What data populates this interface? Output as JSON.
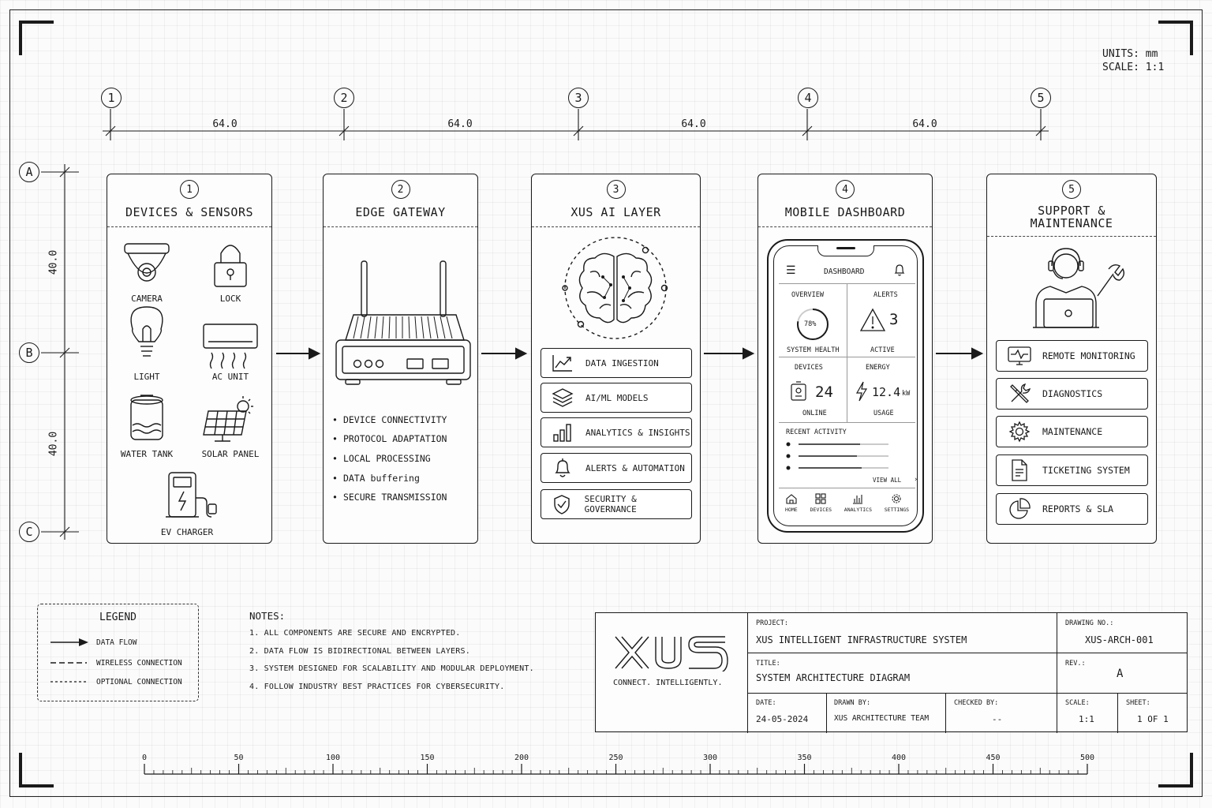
{
  "units": {
    "text": "UNITS: mm\nSCALE: 1:1"
  },
  "columns": [
    "1",
    "2",
    "3",
    "4",
    "5"
  ],
  "rows": [
    "A",
    "B",
    "C"
  ],
  "dims_h": [
    "64.0",
    "64.0",
    "64.0",
    "64.0"
  ],
  "dims_v": [
    "40.0",
    "40.0"
  ],
  "devices": {
    "num": "1",
    "title": "DEVICES & SENSORS",
    "items": [
      "CAMERA",
      "LOCK",
      "LIGHT",
      "AC UNIT",
      "WATER TANK",
      "SOLAR PANEL",
      "EV CHARGER"
    ]
  },
  "gateway": {
    "num": "2",
    "title": "EDGE GATEWAY",
    "bullets": [
      "DEVICE CONNECTIVITY",
      "PROTOCOL ADAPTATION",
      "LOCAL PROCESSING",
      "DATA buffering",
      "SECURE TRANSMISSION"
    ]
  },
  "ai": {
    "num": "3",
    "title": "XUS AI LAYER",
    "features": [
      "DATA INGESTION",
      "AI/ML MODELS",
      "ANALYTICS & INSIGHTS",
      "ALERTS & AUTOMATION",
      "SECURITY & GOVERNANCE"
    ]
  },
  "mobile": {
    "num": "4",
    "title": "MOBILE DASHBOARD",
    "header": "DASHBOARD",
    "overview": {
      "label": "OVERVIEW",
      "value": "78%",
      "caption": "SYSTEM HEALTH",
      "fraction": 0.78
    },
    "alerts": {
      "label": "ALERTS",
      "value": "3",
      "caption": "ACTIVE"
    },
    "devices": {
      "label": "DEVICES",
      "value": "24",
      "caption": "ONLINE"
    },
    "energy": {
      "label": "ENERGY",
      "value": "12.4",
      "unit": "kW",
      "caption": "USAGE"
    },
    "recent": "RECENT ACTIVITY",
    "view_all": "VIEW ALL",
    "nav": [
      "HOME",
      "DEVICES",
      "ANALYTICS",
      "SETTINGS"
    ]
  },
  "support": {
    "num": "5",
    "title_1": "SUPPORT &",
    "title_2": "MAINTENANCE",
    "items": [
      "REMOTE MONITORING",
      "DIAGNOSTICS",
      "MAINTENANCE",
      "TICKETING SYSTEM",
      "REPORTS & SLA"
    ]
  },
  "legend": {
    "title": "LEGEND",
    "items": [
      "DATA FLOW",
      "WIRELESS CONNECTION",
      "OPTIONAL CONNECTION"
    ]
  },
  "notes": {
    "title": "NOTES:",
    "items": [
      "1. ALL COMPONENTS ARE SECURE AND ENCRYPTED.",
      "2. DATA FLOW IS BIDIRECTIONAL BETWEEN LAYERS.",
      "3. SYSTEM DESIGNED FOR SCALABILITY AND MODULAR DEPLOYMENT.",
      "4. FOLLOW INDUSTRY BEST PRACTICES FOR CYBERSECURITY."
    ]
  },
  "title_block": {
    "logo": "XUS",
    "tagline": "CONNECT. INTELLIGENTLY.",
    "project_label": "PROJECT:",
    "project": "XUS INTELLIGENT INFRASTRUCTURE SYSTEM",
    "drawing_label": "DRAWING NO.:",
    "drawing": "XUS-ARCH-001",
    "title_label": "TITLE:",
    "title": "SYSTEM ARCHITECTURE DIAGRAM",
    "rev_label": "REV.:",
    "rev": "A",
    "date_label": "DATE:",
    "date": "24-05-2024",
    "drawn_label": "DRAWN BY:",
    "drawn": "XUS ARCHITECTURE TEAM",
    "checked_label": "CHECKED BY:",
    "checked": "--",
    "scale_label": "SCALE:",
    "scale": "1:1",
    "sheet_label": "SHEET:",
    "sheet": "1 OF 1"
  },
  "ruler": [
    "0",
    "50",
    "100",
    "150",
    "200",
    "250",
    "300",
    "350",
    "400",
    "450",
    "500"
  ]
}
